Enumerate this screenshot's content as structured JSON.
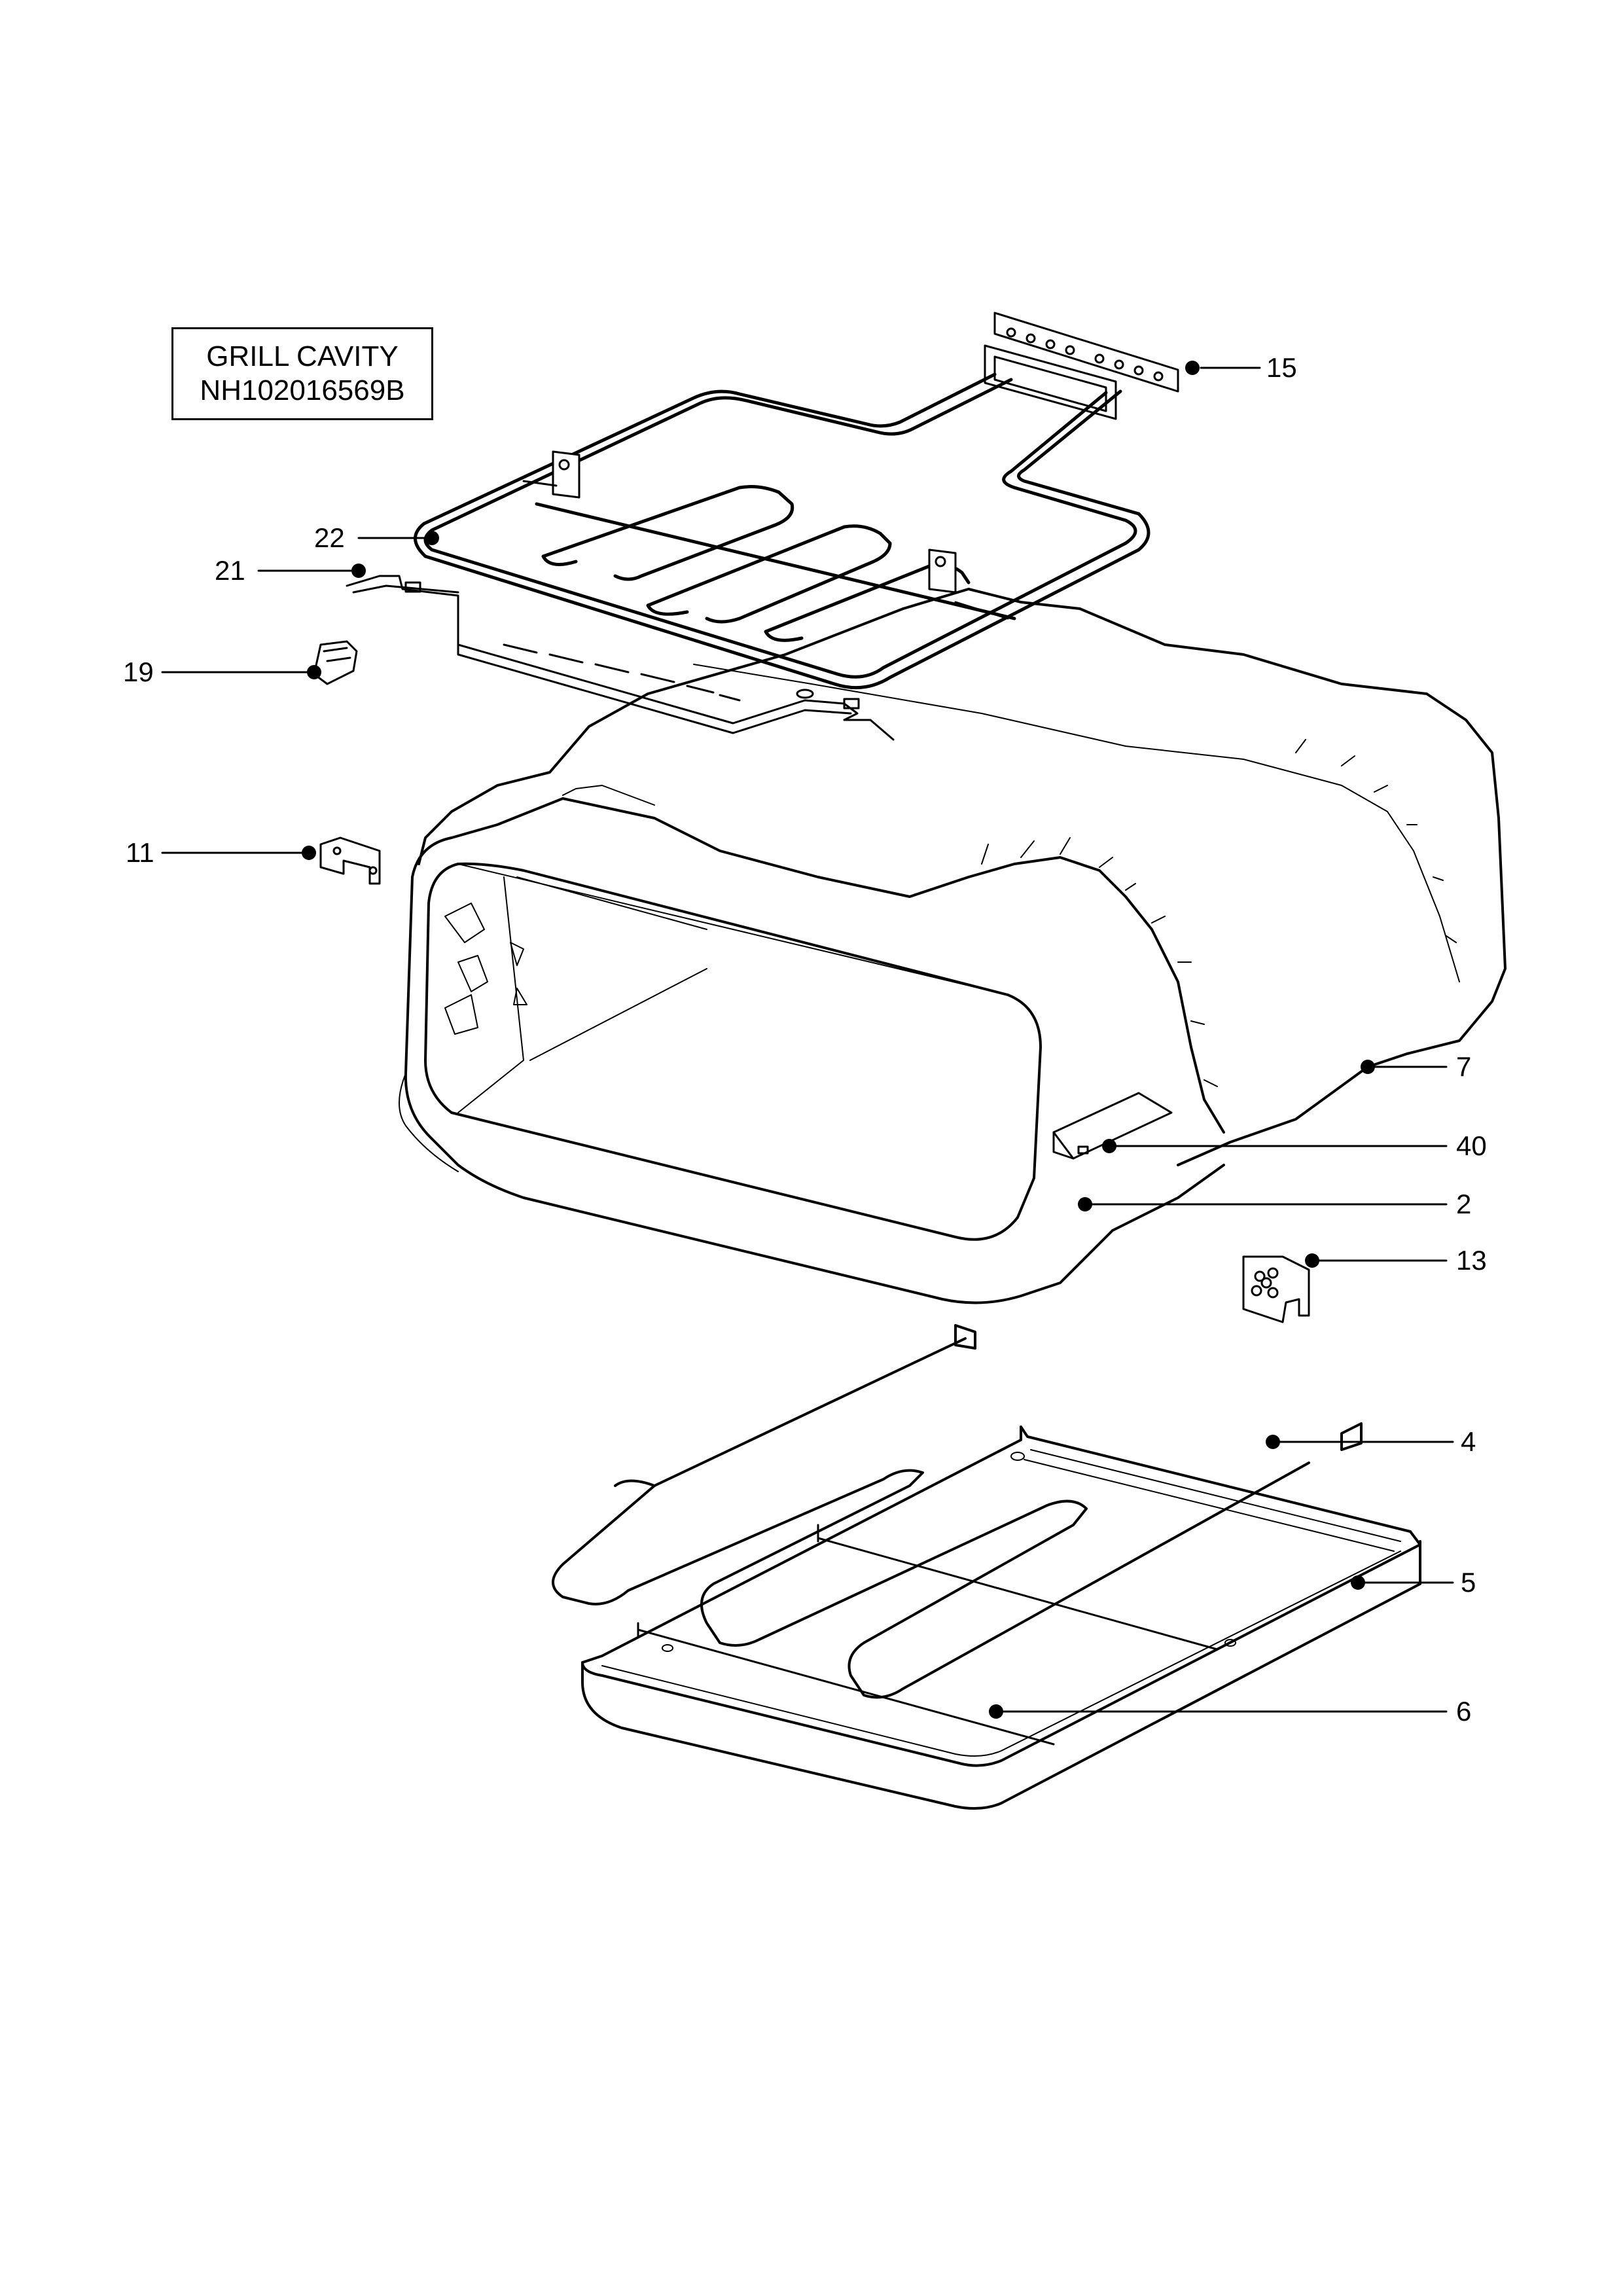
{
  "title": {
    "line1": "GRILL CAVITY",
    "line2": "NH102016569B"
  },
  "callouts": [
    {
      "id": "15",
      "label": "15"
    },
    {
      "id": "22",
      "label": "22"
    },
    {
      "id": "21",
      "label": "21"
    },
    {
      "id": "19",
      "label": "19"
    },
    {
      "id": "11",
      "label": "11"
    },
    {
      "id": "7",
      "label": "7"
    },
    {
      "id": "40",
      "label": "40"
    },
    {
      "id": "2",
      "label": "2"
    },
    {
      "id": "13",
      "label": "13"
    },
    {
      "id": "4",
      "label": "4"
    },
    {
      "id": "5",
      "label": "5"
    },
    {
      "id": "6",
      "label": "6"
    }
  ],
  "colors": {
    "ink": "#000000",
    "paper": "#ffffff"
  }
}
